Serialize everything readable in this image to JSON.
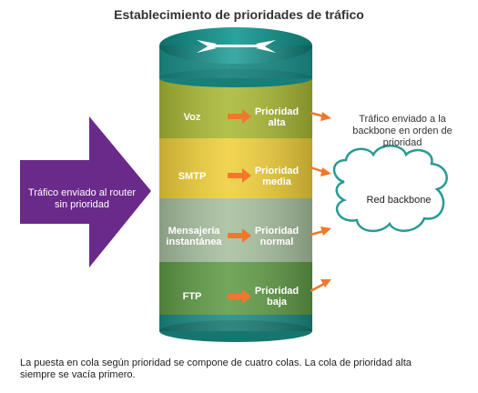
{
  "title": "Establecimiento de prioridades de tráfico",
  "inbound_label": "Tráfico enviado al router sin prioridad",
  "queues": [
    {
      "name": "Voz",
      "priority": "Prioridad alta",
      "color": "#a9b834"
    },
    {
      "name": "SMTP",
      "priority": "Prioridad media",
      "color": "#efcf3a"
    },
    {
      "name": "Mensajería instantánea",
      "priority": "Prioridad normal",
      "color": "#a7bf9e"
    },
    {
      "name": "FTP",
      "priority": "Prioridad baja",
      "color": "#5f9a45"
    }
  ],
  "outbound_label": "Tráfico enviado a la backbone en orden de prioridad",
  "cloud_label": "Red backbone",
  "caption": "La puesta en cola según prioridad se compone de cuatro colas. La cola de prioridad alta siempre se vacía primero.",
  "colors": {
    "router_teal": "#1a8a84",
    "inbound_arrow": "#6a2a8a",
    "orange_arrow": "#f0782a",
    "cloud_stroke": "#2a9a94"
  }
}
